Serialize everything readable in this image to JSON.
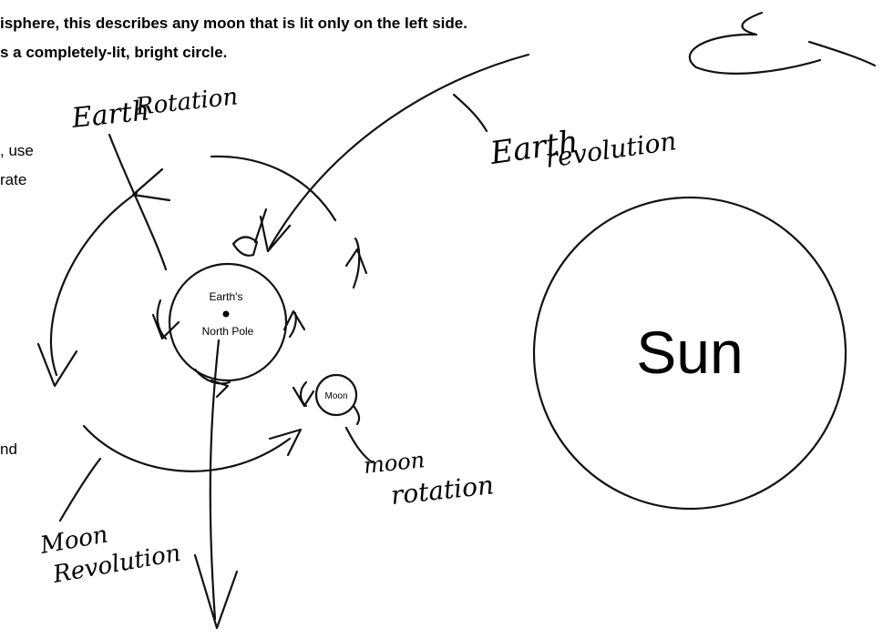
{
  "text": {
    "line1": "isphere, this describes any moon that is lit only on the left side.",
    "line2": "s a completely-lit, bright circle.",
    "line3": ", use",
    "line4": "rate",
    "line5": "nd"
  },
  "diagram": {
    "earth_label_line1": "Earth's",
    "earth_label_line2": "North Pole",
    "moon_label": "Moon",
    "sun_label": "Sun",
    "handwritten": {
      "earth_rotation_1": "Earth",
      "earth_rotation_2": "Rotation",
      "earth_revolution_1": "Earth",
      "earth_revolution_2": "revolution",
      "moon_rotation_1": "moon",
      "moon_rotation_2": "rotation",
      "moon_revolution_1": "Moon",
      "moon_revolution_2": "Revolution"
    }
  }
}
